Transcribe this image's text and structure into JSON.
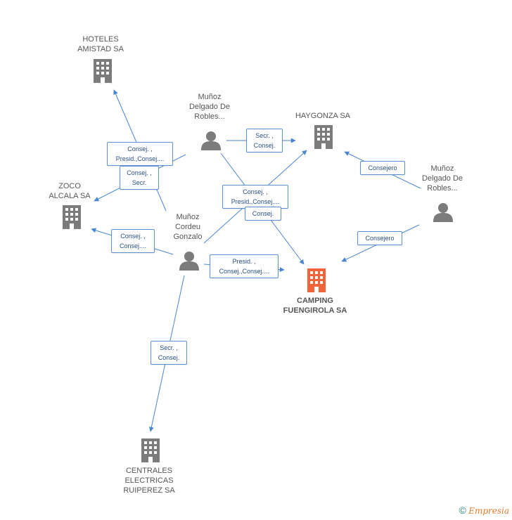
{
  "nodes": {
    "hoteles": {
      "label": "HOTELES\nAMISTAD SA",
      "kind": "company"
    },
    "zoco": {
      "label": "ZOCO\nALCALA SA",
      "kind": "company"
    },
    "haygonza": {
      "label": "HAYGONZA SA",
      "kind": "company"
    },
    "camping": {
      "label": "CAMPING\nFUENGIROLA SA",
      "kind": "company-focus"
    },
    "centrales": {
      "label": "CENTRALES\nELECTRICAS\nRUIPEREZ SA",
      "kind": "company"
    },
    "munoz_top": {
      "label": "Muñoz\nDelgado De\nRobles...",
      "kind": "person"
    },
    "munoz_right": {
      "label": "Muñoz\nDelgado De\nRobles...",
      "kind": "person"
    },
    "cordeu": {
      "label": "Muñoz\nCordeu\nGonzalo",
      "kind": "person"
    }
  },
  "edges": {
    "e1": "Consej. ,\nPresid.,Consej....",
    "e2": "Consej. ,\nSecr.",
    "e3": "Secr. ,\nConsej.",
    "e4": "Consej. ,\nPresid.,Consej....",
    "e5": "Consej.",
    "e6": "Consejero",
    "e7": "Consejero",
    "e8": "Consej. ,\nConsej....",
    "e9": "Presid. ,\nConsej.,Consej....",
    "e10": "Secr. ,\nConsej."
  },
  "colors": {
    "edge": "#4a86d0",
    "company_icon": "#7b7b7b",
    "person_icon": "#7b7b7b",
    "focus_icon": "#f2643a"
  },
  "footer": {
    "copyright": "©",
    "brand": "Empresia"
  }
}
